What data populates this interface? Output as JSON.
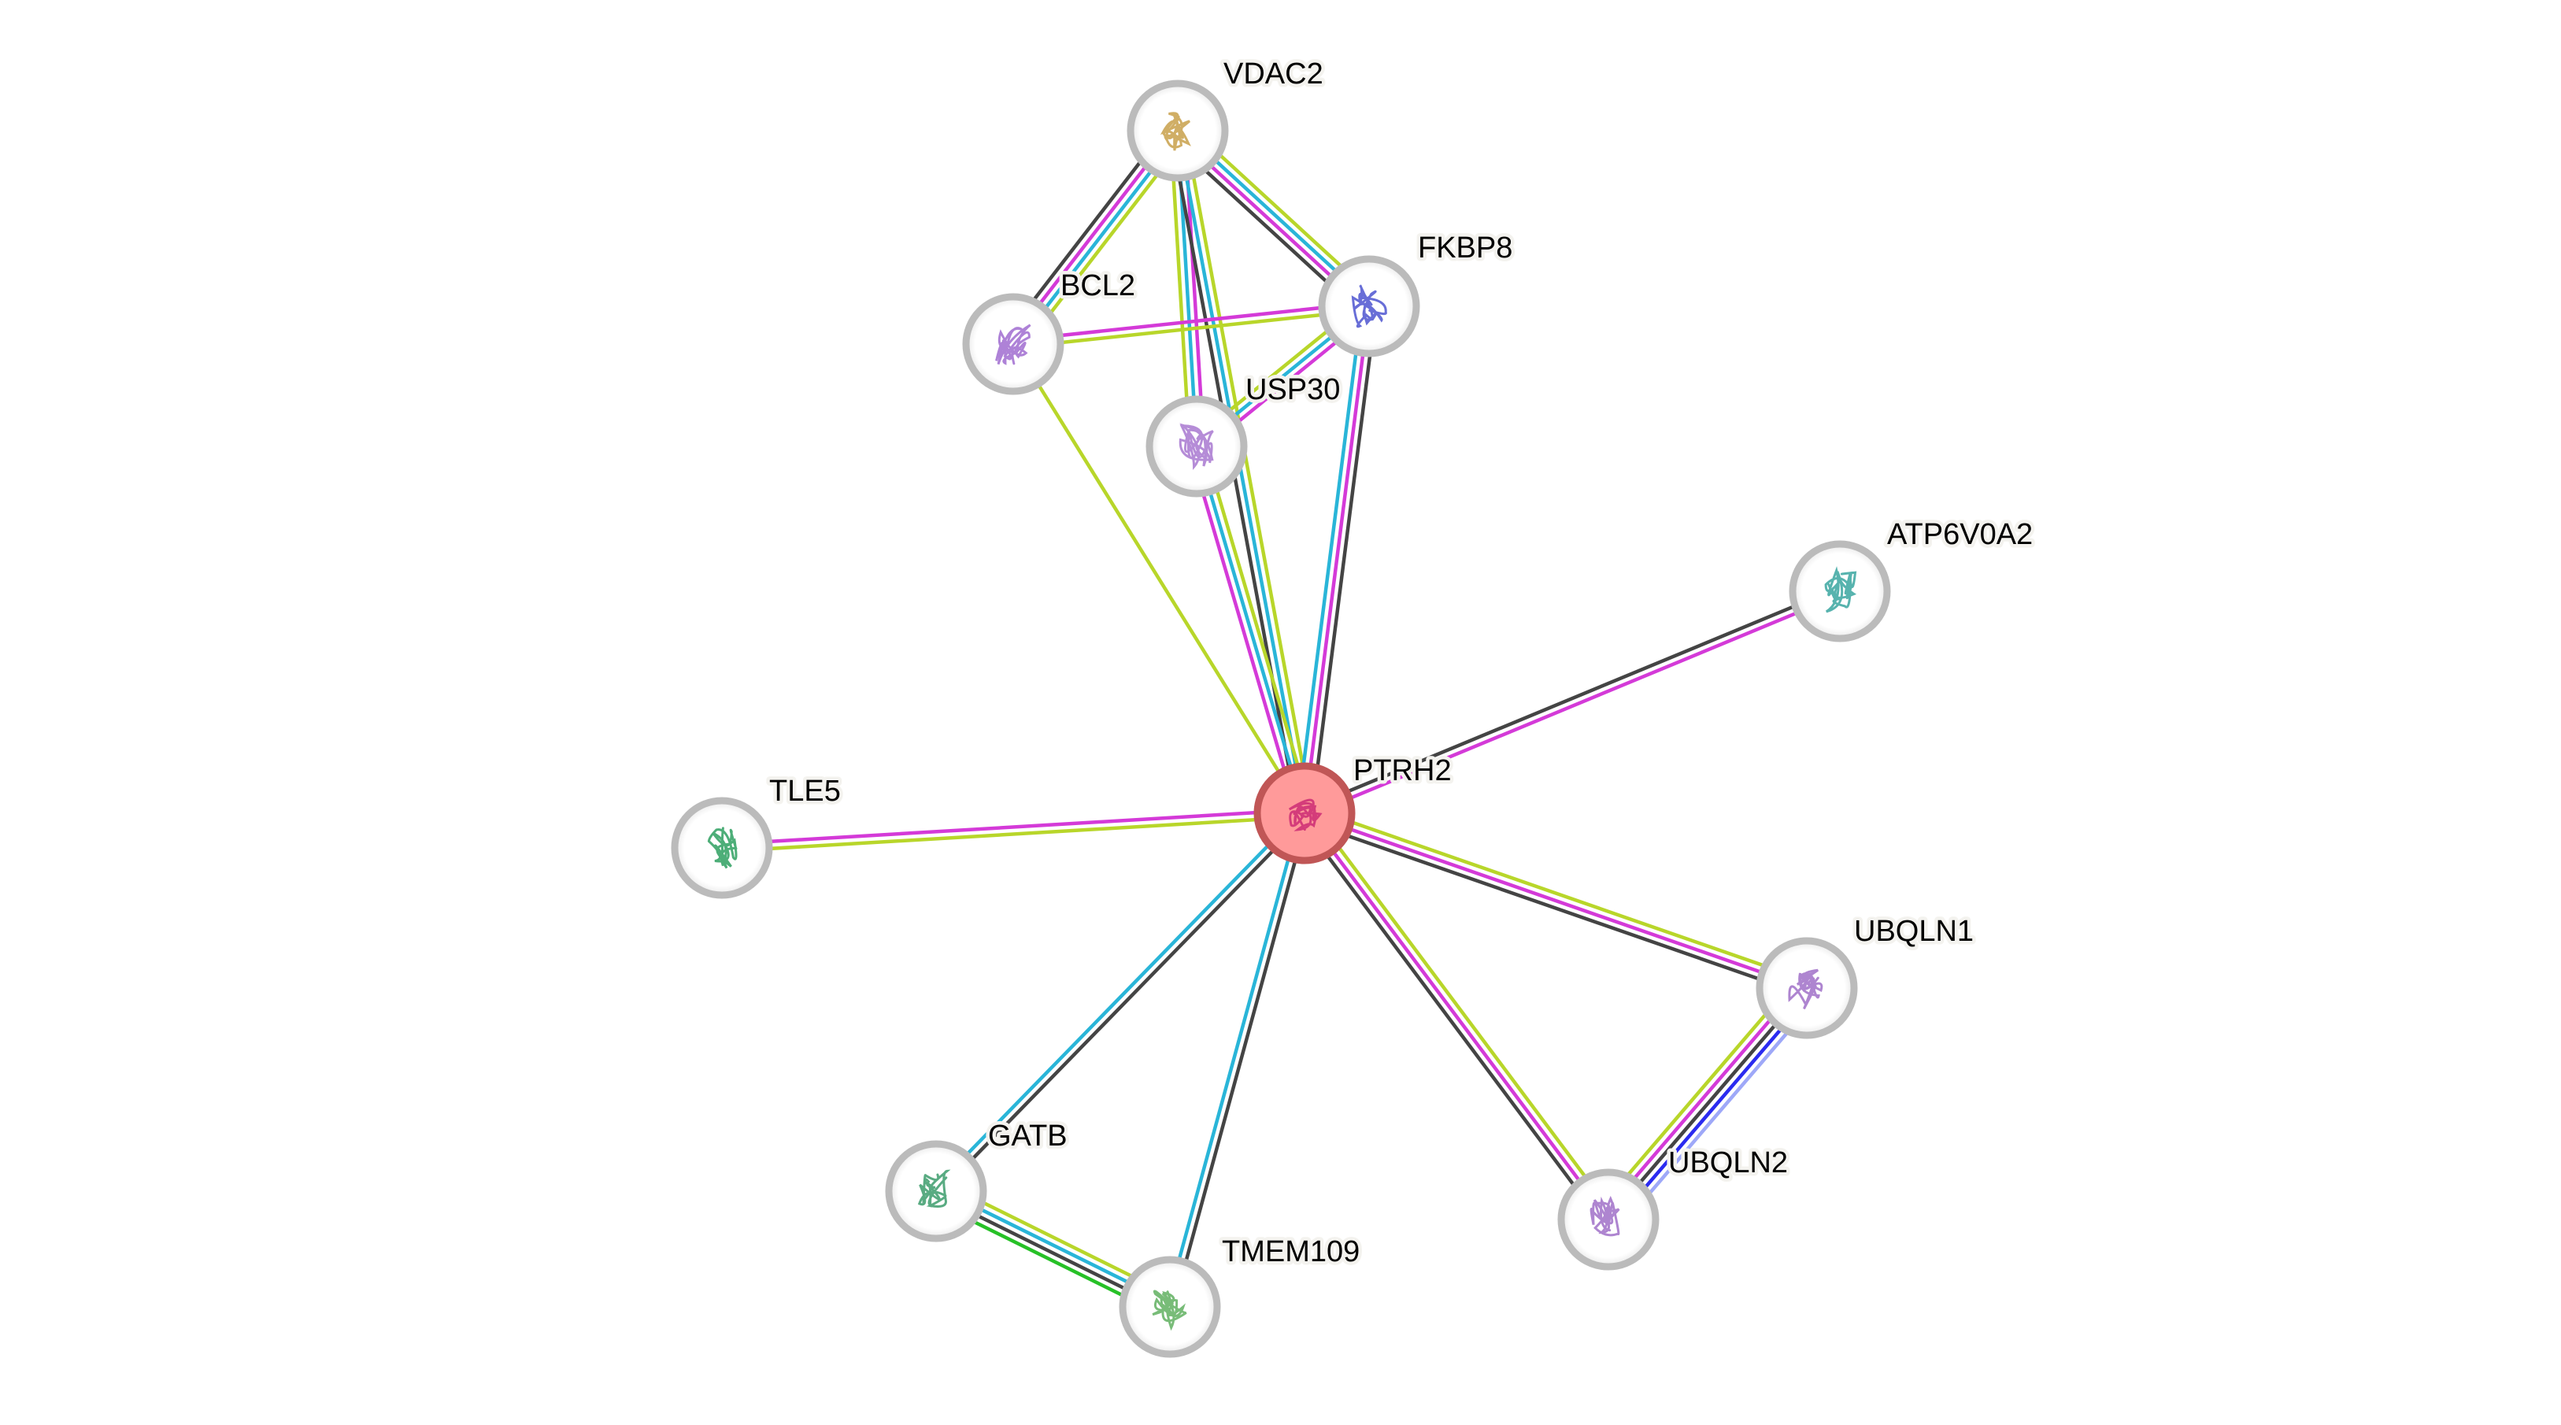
{
  "network": {
    "query_node": "PTRH2",
    "colors": {
      "query_fill": "#ff9a9a",
      "query_ring": "#c05656",
      "node_ring": "#bbbbbb",
      "node_fill": "#ffffff",
      "edge_textmining": "#b8d62a",
      "edge_database": "#29b5d8",
      "edge_experiment": "#d43ad8",
      "edge_coexpression": "#444444",
      "edge_homology": "#9ea8f8",
      "edge_fusion": "#2a2af0",
      "edge_neighborhood": "#27c127"
    },
    "nodes": [
      {
        "id": "PTRH2",
        "label": "PTRH2",
        "query": true,
        "structure_color": "#cc2c74"
      },
      {
        "id": "VDAC2",
        "label": "VDAC2",
        "structure_color": "#c8a04a"
      },
      {
        "id": "FKBP8",
        "label": "FKBP8",
        "structure_color": "#4d55d0"
      },
      {
        "id": "BCL2",
        "label": "BCL2",
        "structure_color": "#a06cd0"
      },
      {
        "id": "USP30",
        "label": "USP30",
        "structure_color": "#a878d0"
      },
      {
        "id": "ATP6V0A2",
        "label": "ATP6V0A2",
        "structure_color": "#3aa6a0"
      },
      {
        "id": "TLE5",
        "label": "TLE5",
        "structure_color": "#2ea060"
      },
      {
        "id": "UBQLN1",
        "label": "UBQLN1",
        "structure_color": "#a070c8"
      },
      {
        "id": "UBQLN2",
        "label": "UBQLN2",
        "structure_color": "#a070c8"
      },
      {
        "id": "GATB",
        "label": "GATB",
        "structure_color": "#3c9c6c"
      },
      {
        "id": "TMEM109",
        "label": "TMEM109",
        "structure_color": "#60b060"
      }
    ],
    "edges": [
      {
        "source": "VDAC2",
        "target": "BCL2",
        "channels": [
          "edge_textmining",
          "edge_database",
          "edge_experiment",
          "edge_coexpression"
        ]
      },
      {
        "source": "VDAC2",
        "target": "FKBP8",
        "channels": [
          "edge_textmining",
          "edge_database",
          "edge_experiment",
          "edge_coexpression"
        ]
      },
      {
        "source": "VDAC2",
        "target": "USP30",
        "channels": [
          "edge_experiment",
          "edge_database",
          "edge_textmining"
        ]
      },
      {
        "source": "VDAC2",
        "target": "PTRH2",
        "channels": [
          "edge_textmining",
          "edge_database",
          "edge_coexpression"
        ]
      },
      {
        "source": "BCL2",
        "target": "FKBP8",
        "channels": [
          "edge_experiment",
          "edge_textmining"
        ]
      },
      {
        "source": "BCL2",
        "target": "PTRH2",
        "channels": [
          "edge_textmining"
        ]
      },
      {
        "source": "FKBP8",
        "target": "USP30",
        "channels": [
          "edge_experiment",
          "edge_database",
          "edge_textmining"
        ]
      },
      {
        "source": "FKBP8",
        "target": "PTRH2",
        "channels": [
          "edge_coexpression",
          "edge_experiment",
          "edge_database"
        ]
      },
      {
        "source": "USP30",
        "target": "PTRH2",
        "channels": [
          "edge_textmining",
          "edge_database",
          "edge_experiment"
        ]
      },
      {
        "source": "ATP6V0A2",
        "target": "PTRH2",
        "channels": [
          "edge_experiment",
          "edge_coexpression"
        ]
      },
      {
        "source": "TLE5",
        "target": "PTRH2",
        "channels": [
          "edge_experiment",
          "edge_textmining"
        ]
      },
      {
        "source": "PTRH2",
        "target": "UBQLN1",
        "channels": [
          "edge_textmining",
          "edge_experiment",
          "edge_coexpression"
        ]
      },
      {
        "source": "PTRH2",
        "target": "UBQLN2",
        "channels": [
          "edge_textmining",
          "edge_experiment",
          "edge_coexpression"
        ]
      },
      {
        "source": "UBQLN1",
        "target": "UBQLN2",
        "channels": [
          "edge_homology",
          "edge_fusion",
          "edge_coexpression",
          "edge_experiment",
          "edge_textmining"
        ]
      },
      {
        "source": "PTRH2",
        "target": "GATB",
        "channels": [
          "edge_coexpression",
          "edge_database"
        ]
      },
      {
        "source": "PTRH2",
        "target": "TMEM109",
        "channels": [
          "edge_coexpression",
          "edge_database"
        ]
      },
      {
        "source": "GATB",
        "target": "TMEM109",
        "channels": [
          "edge_textmining",
          "edge_database",
          "edge_coexpression",
          "edge_neighborhood"
        ]
      }
    ]
  }
}
